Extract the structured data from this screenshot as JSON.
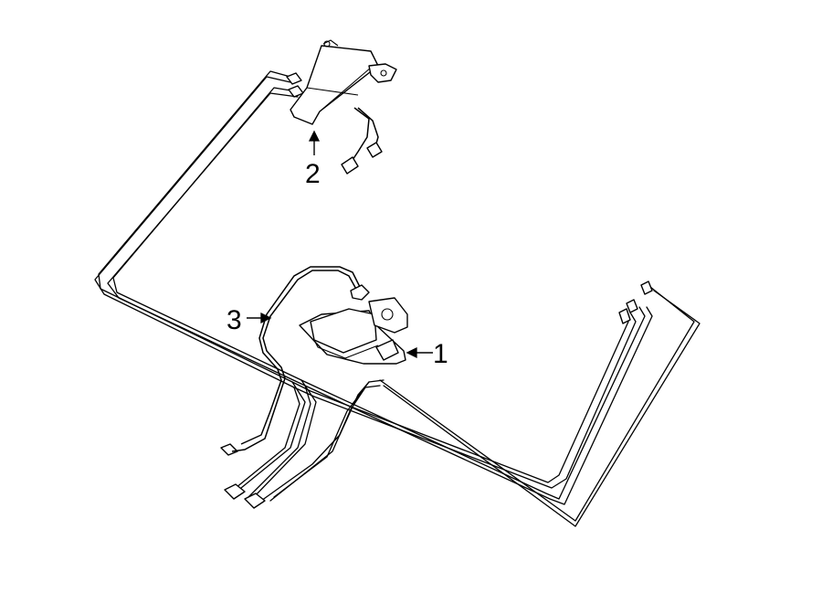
{
  "callouts": {
    "c1": "1",
    "c2": "2",
    "c3": "3"
  },
  "parts": [
    {
      "id": "1",
      "name": "sensor-module-icon"
    },
    {
      "id": "2",
      "name": "control-module-icon"
    },
    {
      "id": "3",
      "name": "wiring-harness-icon"
    }
  ]
}
